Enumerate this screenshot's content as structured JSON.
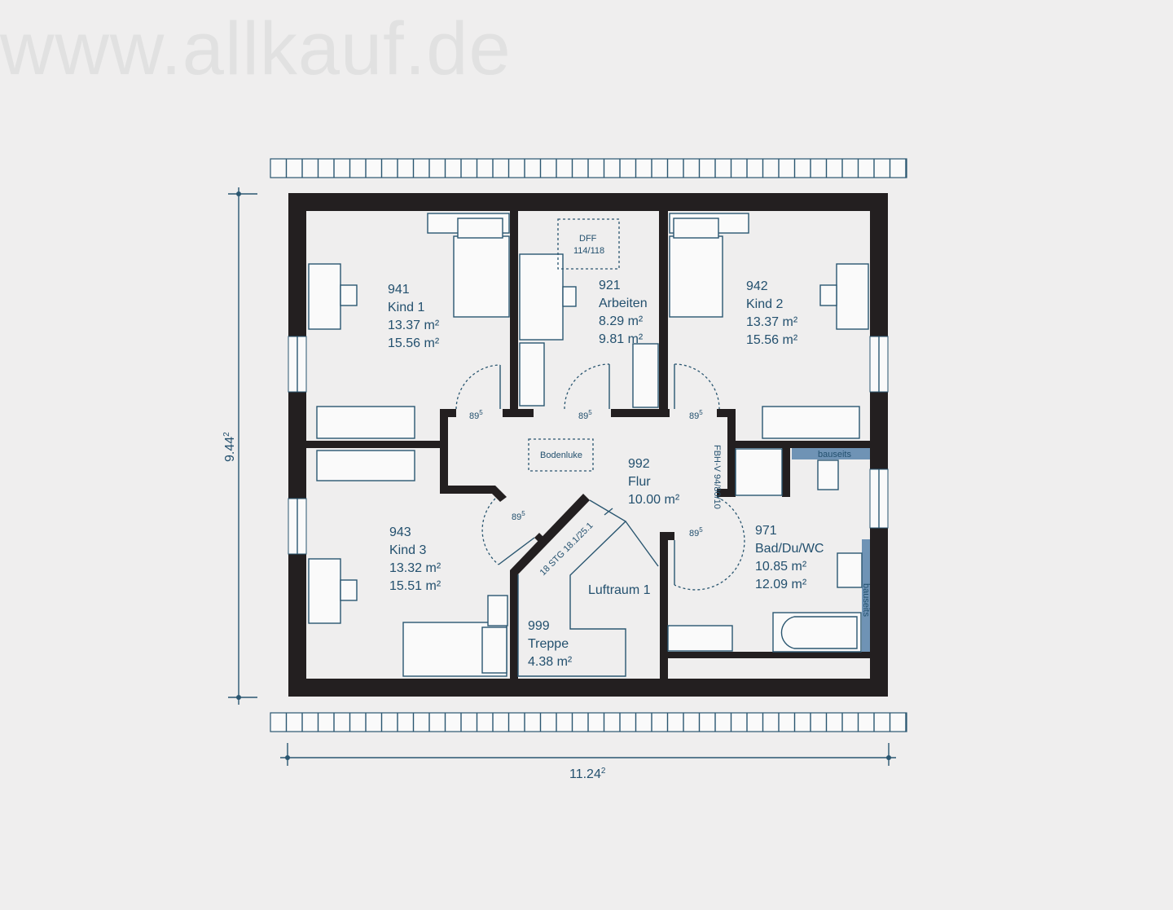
{
  "watermark": "www.allkauf.de",
  "colors": {
    "wall": "#231f20",
    "line": "#2a5670",
    "text": "#23506e",
    "background": "#efeeee",
    "installation": "#6f93b5"
  },
  "dimensions": {
    "height": "9.44",
    "height_sup": "2",
    "width": "11.24",
    "width_sup": "2"
  },
  "rooms": [
    {
      "number": "941",
      "name": "Kind 1",
      "area1": "13.37 m²",
      "area2": "15.56 m²"
    },
    {
      "number": "921",
      "name": "Arbeiten",
      "area1": "8.29 m²",
      "area2": "9.81 m²"
    },
    {
      "number": "942",
      "name": "Kind 2",
      "area1": "13.37 m²",
      "area2": "15.56 m²"
    },
    {
      "number": "992",
      "name": "Flur",
      "area1": "10.00 m²"
    },
    {
      "number": "943",
      "name": "Kind 3",
      "area1": "13.32 m²",
      "area2": "15.51 m²"
    },
    {
      "number": "999",
      "name": "Treppe",
      "area1": "4.38 m²"
    },
    {
      "number": "971",
      "name": "Bad/Du/WC",
      "area1": "10.85 m²",
      "area2": "12.09 m²"
    }
  ],
  "labels": {
    "dff": "DFF",
    "dff_size": "114/118",
    "bodenluke": "Bodenluke",
    "luftraum": "Luftraum 1",
    "fbh": "FBH-V 94/80/10",
    "stairs": "18 STG 18.1/25.1",
    "bauseits_top": "bauseits",
    "bauseits_side": "bauseits",
    "door_width": "89",
    "door_width_sup": "5"
  }
}
